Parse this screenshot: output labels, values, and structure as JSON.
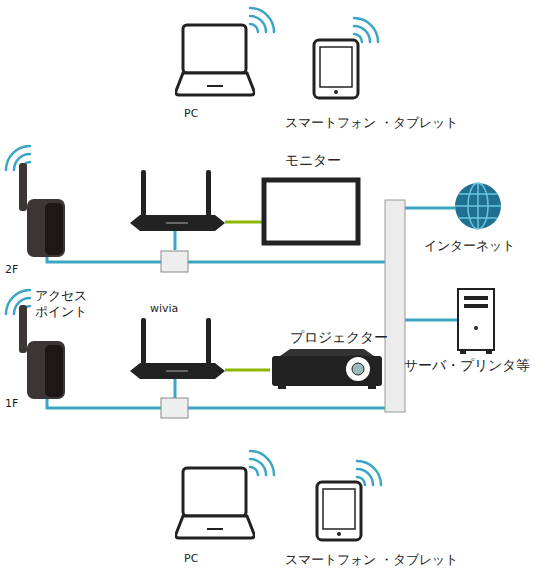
{
  "diagram": {
    "nodes": [
      {
        "text": [
          "PC"
        ]
      },
      {
        "text": [
          "スマートフォン ・タブレット"
        ]
      },
      {
        "text": [
          "2F"
        ]
      },
      {
        "text": [
          "モニター"
        ]
      },
      {
        "text": [
          "インターネット"
        ]
      },
      {
        "text": [
          "アクセス ポイント",
          "1F"
        ]
      },
      {
        "text": [
          "wivia"
        ]
      },
      {
        "text": [
          "プロジェクター"
        ]
      },
      {
        "text": [
          "サーバ・プリンタ等"
        ]
      },
      {
        "text": [
          "PC"
        ]
      },
      {
        "text": [
          "スマートフォン ・タブレット"
        ]
      }
    ],
    "edges": [
      {
        "from": 6,
        "to": 7,
        "arrow": "none"
      }
    ]
  }
}
